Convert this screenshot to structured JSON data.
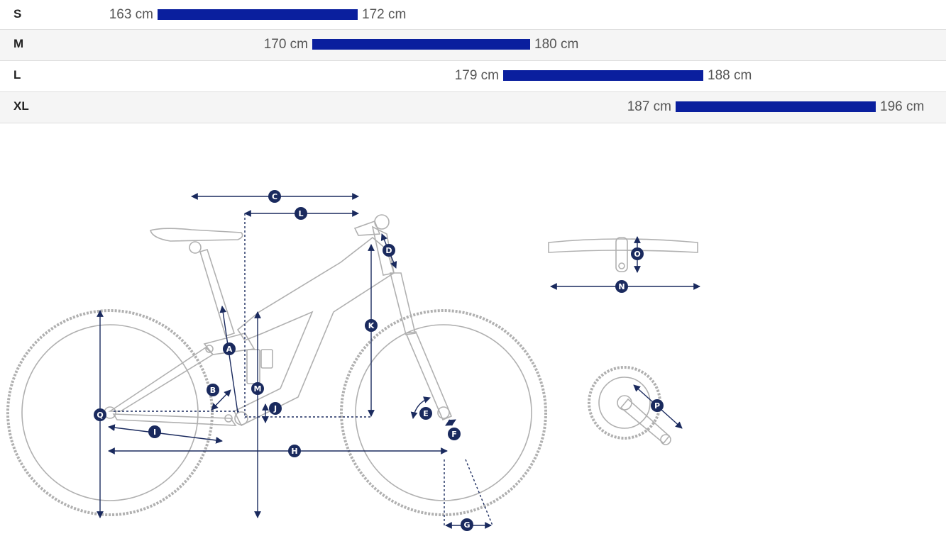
{
  "size_chart": {
    "rows": [
      {
        "size": "S",
        "min": "163 cm",
        "max": "172 cm"
      },
      {
        "size": "M",
        "min": "170 cm",
        "max": "180 cm"
      },
      {
        "size": "L",
        "min": "179 cm",
        "max": "188 cm"
      },
      {
        "size": "XL",
        "min": "187 cm",
        "max": "196 cm"
      }
    ]
  },
  "diagram": {
    "labels": [
      "A",
      "B",
      "C",
      "D",
      "E",
      "F",
      "G",
      "H",
      "I",
      "J",
      "K",
      "L",
      "M",
      "N",
      "O",
      "P",
      "Q"
    ]
  },
  "colors": {
    "bar": "#0a1f9e",
    "marker": "#1a2a5e",
    "line_art": "#b0b0b0"
  }
}
